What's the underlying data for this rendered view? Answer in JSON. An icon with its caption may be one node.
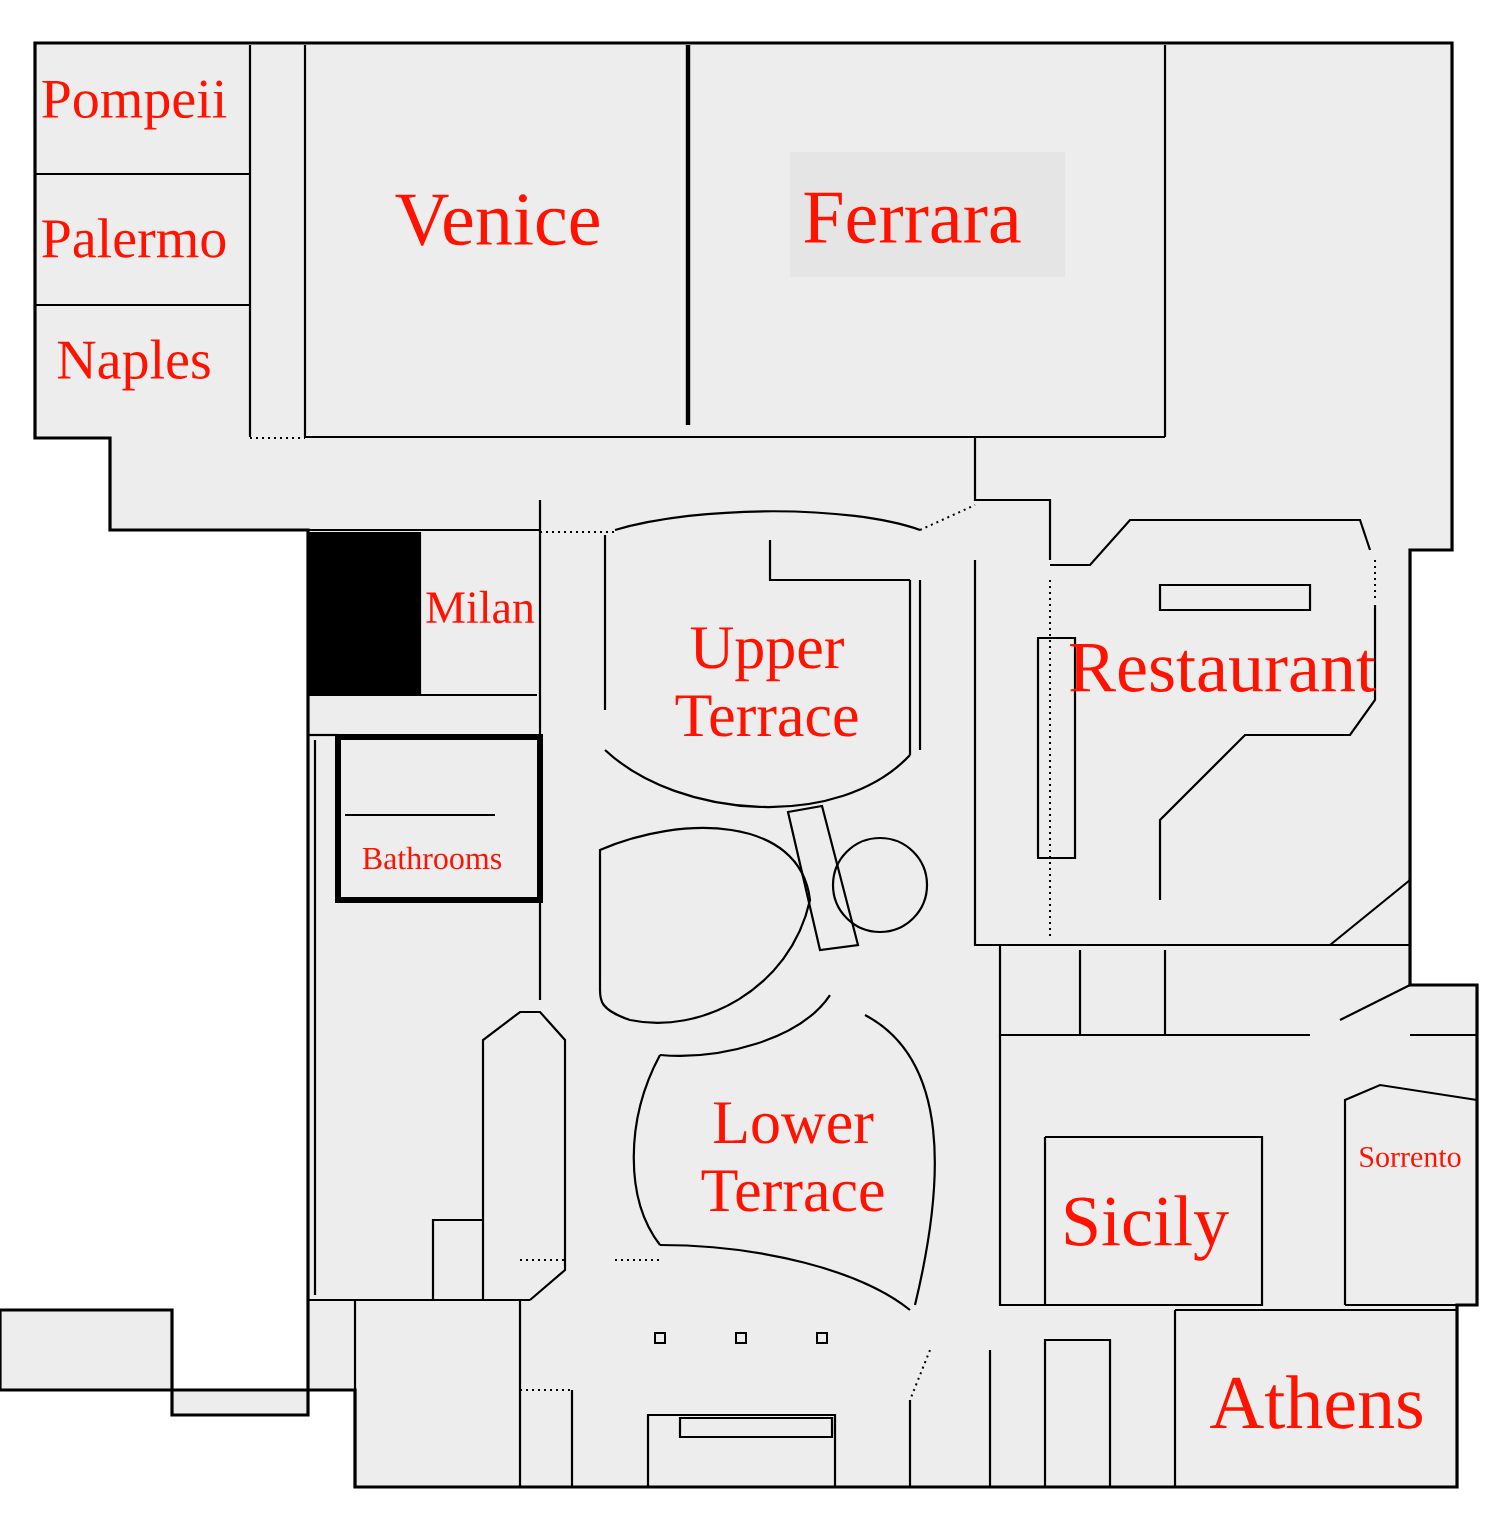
{
  "diagram": {
    "labels": [
      "Pompeii",
      "Palermo",
      "Naples",
      "Venice",
      "Ferrara",
      "Milan",
      "Upper Terrace",
      "Restaurant",
      "Bathrooms",
      "Lower Terrace",
      "Sorrento",
      "Sicily",
      "Athens"
    ]
  }
}
